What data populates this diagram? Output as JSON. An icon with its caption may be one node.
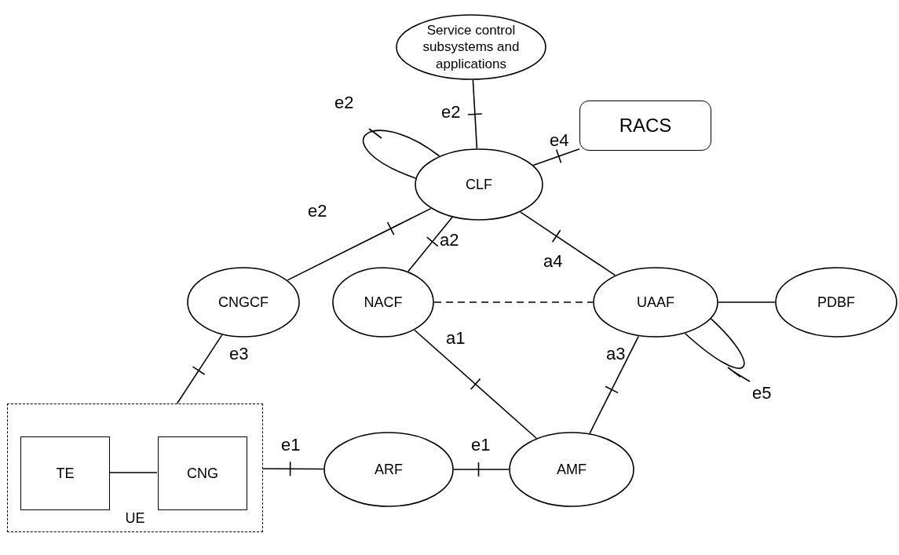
{
  "diagram": {
    "nodes": [
      {
        "text": [
          "Service control subsystems and applications"
        ]
      },
      {
        "text": [
          "RACS"
        ]
      },
      {
        "text": [
          "CLF"
        ]
      },
      {
        "text": [
          "CNGCF"
        ]
      },
      {
        "text": [
          "NACF"
        ]
      },
      {
        "text": [
          "UAAF"
        ]
      },
      {
        "text": [
          "PDBF"
        ]
      },
      {
        "text": [
          "UE"
        ]
      },
      {
        "text": [
          "TE"
        ],
        "in": 7
      },
      {
        "text": [
          "CNG"
        ],
        "in": 7
      },
      {
        "text": [
          "ARF"
        ]
      },
      {
        "text": [
          "AMF"
        ]
      }
    ],
    "edges": [
      {
        "from": 0,
        "to": 2,
        "arrow": "none",
        "label": "e2"
      },
      {
        "from": 2,
        "to": 2,
        "arrow": "none",
        "label": "e2"
      },
      {
        "from": 2,
        "to": 1,
        "arrow": "none",
        "label": "e4"
      },
      {
        "from": 2,
        "to": 3,
        "arrow": "none",
        "label": "e2"
      },
      {
        "from": 2,
        "to": 4,
        "arrow": "none",
        "label": "a2"
      },
      {
        "from": 2,
        "to": 5,
        "arrow": "none",
        "label": "a4"
      },
      {
        "from": 4,
        "to": 5,
        "arrow": "none",
        "style": "dashed"
      },
      {
        "from": 5,
        "to": 6,
        "arrow": "none"
      },
      {
        "from": 5,
        "to": 5,
        "arrow": "none",
        "label": "e5"
      },
      {
        "from": 3,
        "to": 7,
        "arrow": "none",
        "label": "e3"
      },
      {
        "from": 8,
        "to": 9,
        "arrow": "none"
      },
      {
        "from": 7,
        "to": 10,
        "arrow": "none",
        "label": "e1"
      },
      {
        "from": 10,
        "to": 11,
        "arrow": "none",
        "label": "e1"
      },
      {
        "from": 4,
        "to": 11,
        "arrow": "none",
        "label": "a1"
      },
      {
        "from": 5,
        "to": 11,
        "arrow": "none",
        "label": "a3"
      }
    ]
  }
}
